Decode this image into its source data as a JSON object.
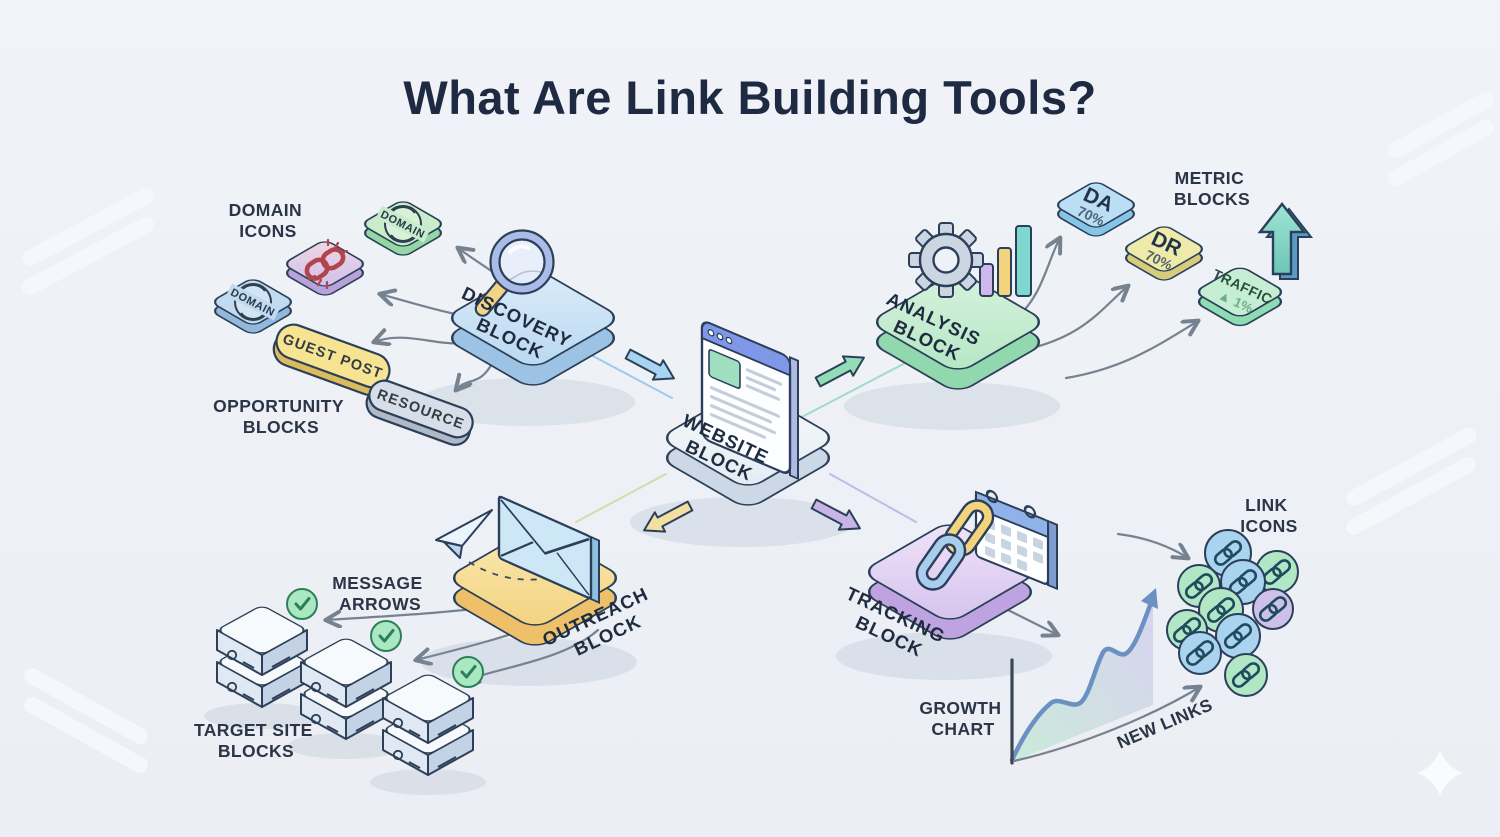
{
  "title": "What Are Link Building Tools?",
  "annotations": {
    "domain_icons": {
      "line1": "DOMAIN",
      "line2": "ICONS"
    },
    "opportunity_blocks": {
      "line1": "OPPORTUNITY",
      "line2": "BLOCKS"
    },
    "metric_blocks": {
      "line1": "METRIC",
      "line2": "BLOCKS"
    },
    "message_arrows": {
      "line1": "MESSAGE",
      "line2": "ARROWS"
    },
    "target_site_blocks": {
      "line1": "TARGET SITE",
      "line2": "BLOCKS"
    },
    "growth_chart": {
      "line1": "GROWTH",
      "line2": "CHART"
    },
    "link_icons": {
      "line1": "LINK",
      "line2": "ICONS"
    },
    "new_links": "NEW LINKS"
  },
  "blocks": {
    "discovery": {
      "line1": "DISCOVERY",
      "line2": "BLOCK",
      "icon": "magnifier-icon",
      "color": "#cfe4f6"
    },
    "website": {
      "line1": "WEBSITE",
      "line2": "BLOCK",
      "icon": "browser-window-icon",
      "color": "#f3f7fb"
    },
    "analysis": {
      "line1": "ANALYSIS",
      "line2": "BLOCK",
      "icon": "gear-bar-chart-icon",
      "color": "#cdedd6"
    },
    "outreach": {
      "line1": "OUTREACH",
      "line2": "BLOCK",
      "icon": "envelope-paper-plane-icon",
      "color": "#f8e3a4"
    },
    "tracking": {
      "line1": "TRACKING",
      "line2": "BLOCK",
      "icon": "chain-calendar-icon",
      "color": "#e8daf5"
    }
  },
  "domain_tiles": [
    {
      "label": "DOMAIN",
      "icon": "globe-icon",
      "color": "#c9ecca"
    },
    {
      "label": "",
      "icon": "broken-link-icon",
      "color": "#e0cfe9"
    },
    {
      "label": "DOMAIN",
      "icon": "globe-icon",
      "color": "#c2daf0"
    }
  ],
  "opportunity_tiles": [
    {
      "label": "GUEST POST",
      "color": "#f6e493"
    },
    {
      "label": "RESOURCE",
      "color": "#d8dee8"
    }
  ],
  "metric_tiles": [
    {
      "metric": "DA",
      "value": "70%",
      "color": "#badef4"
    },
    {
      "metric": "DR",
      "value": "70%",
      "color": "#eeeaaa"
    },
    {
      "metric": "TRAFFIC",
      "value": "▲ 1%",
      "color": "#c6eed4"
    }
  ],
  "target_servers": {
    "count": 3,
    "status_icon": "check-icon"
  },
  "link_icon_cluster": {
    "count": 10,
    "colors": [
      "#a9d3ef",
      "#b2e7c6",
      "#cdc0ea"
    ]
  },
  "growth_chart": {
    "type": "line",
    "trend": "rising",
    "axis_label": "NEW LINKS"
  },
  "colors": {
    "background": "#eef1f6",
    "title": "#1d2a42",
    "label": "#2b3547",
    "outline": "#2b4058",
    "arrow_gray": "#76828f",
    "arrow_blue": "#a8d4f2",
    "arrow_green": "#93dcb8",
    "arrow_yellow": "#f3dfa2",
    "arrow_purple": "#c9b4e6",
    "traffic_up_arrow": "#7fd4c2",
    "chart_line": "#6b91c2"
  }
}
